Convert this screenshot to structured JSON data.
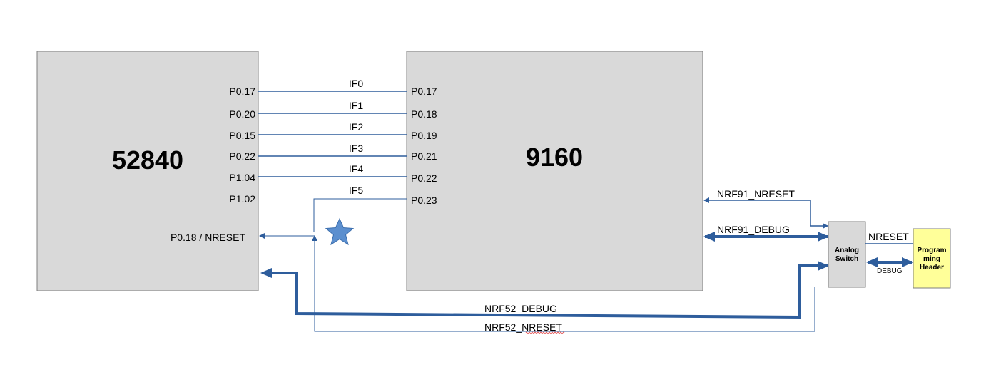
{
  "chip_left": {
    "title": "52840",
    "pins": [
      "P0.17",
      "P0.20",
      "P0.15",
      "P0.22",
      "P1.04",
      "P1.02"
    ],
    "reset_pin": "P0.18 / NRESET"
  },
  "chip_right": {
    "title": "9160",
    "pins": [
      "P0.17",
      "P0.18",
      "P0.19",
      "P0.21",
      "P0.22",
      "P0.23"
    ]
  },
  "interfaces": [
    "IF0",
    "IF1",
    "IF2",
    "IF3",
    "IF4",
    "IF5"
  ],
  "signals": {
    "nrf91_nreset": "NRF91_NRESET",
    "nrf91_debug": "NRF91_DEBUG",
    "nrf52_debug": "NRF52_DEBUG",
    "nrf52_nreset": "NRF52_NRESET",
    "nreset": "NRESET",
    "debug": "DEBUG"
  },
  "analog_switch": {
    "line1": "Analog",
    "line2": "Switch"
  },
  "programming_header": {
    "line1": "Program",
    "line2": "ming",
    "line3": "Header"
  },
  "colors": {
    "box_fill": "#d9d9d9",
    "box_stroke": "#7f7f7f",
    "wire": "#2e5d9c",
    "star": "#5b8fcf",
    "header_fill": "#ffff99",
    "spell_underline": "#e23c3c"
  }
}
